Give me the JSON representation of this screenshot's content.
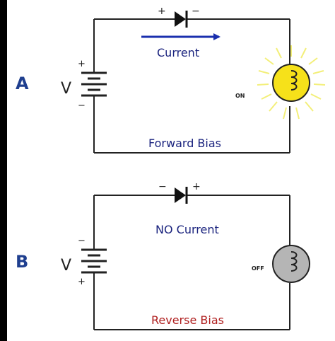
{
  "colors": {
    "background": "#000000",
    "panel": "#ffffff",
    "wire": "#222222",
    "section_label": "#1f3f8f",
    "current_arrow": "#1a2fae",
    "forward_label": "#1a237e",
    "reverse_label": "#b02020",
    "bulb_on": "#f6e11a",
    "bulb_glow": "#f3ef7a",
    "bulb_off": "#b5b5b5"
  },
  "circuit_a": {
    "section_label": "A",
    "source_label": "V",
    "battery_plus": "+",
    "battery_minus": "−",
    "diode_left_sign": "+",
    "diode_right_sign": "−",
    "current_text": "Current",
    "bulb_state": "ON",
    "bias_label": "Forward Bias"
  },
  "circuit_b": {
    "section_label": "B",
    "source_label": "V",
    "battery_minus": "−",
    "battery_plus": "+",
    "diode_left_sign": "−",
    "diode_right_sign": "+",
    "current_text": "NO Current",
    "bulb_state": "OFF",
    "bias_label": "Reverse Bias"
  }
}
